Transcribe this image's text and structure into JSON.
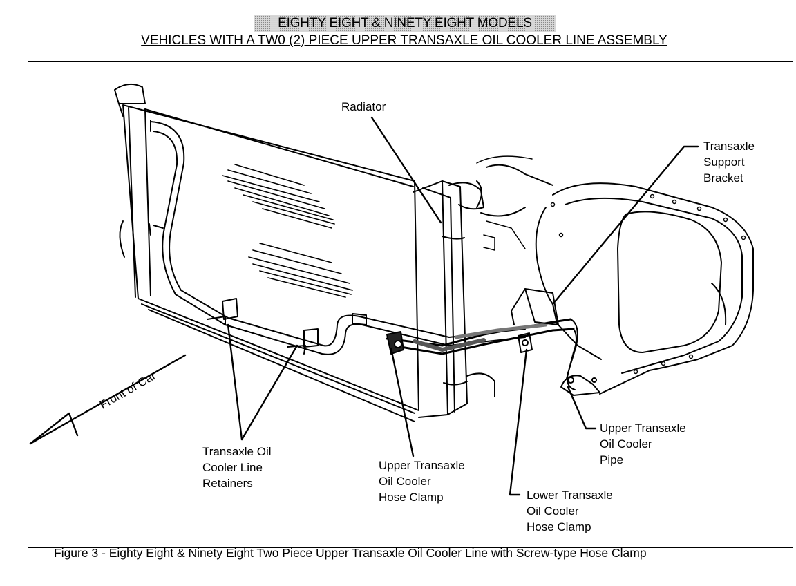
{
  "header": {
    "title": "EIGHTY EIGHT & NINETY EIGHT MODELS",
    "subtitle": "VEHICLES WITH A TW0 (2) PIECE UPPER TRANSAXLE OIL COOLER LINE ASSEMBLY"
  },
  "labels": {
    "radiator": "Radiator",
    "support_bracket": "Transaxle\nSupport\nBracket",
    "line_retainers": "Transaxle Oil\nCooler Line\nRetainers",
    "upper_hose_clamp": "Upper Transaxle\nOil Cooler\nHose Clamp",
    "lower_hose_clamp": "Lower Transaxle\nOil Cooler\nHose Clamp",
    "upper_pipe": "Upper Transaxle\nOil Cooler\nPipe",
    "front_of_car": "Front of Car"
  },
  "caption": "Figure 3 - Eighty Eight & Ninety Eight Two Piece Upper Transaxle Oil Cooler Line with Screw-type Hose Clamp"
}
